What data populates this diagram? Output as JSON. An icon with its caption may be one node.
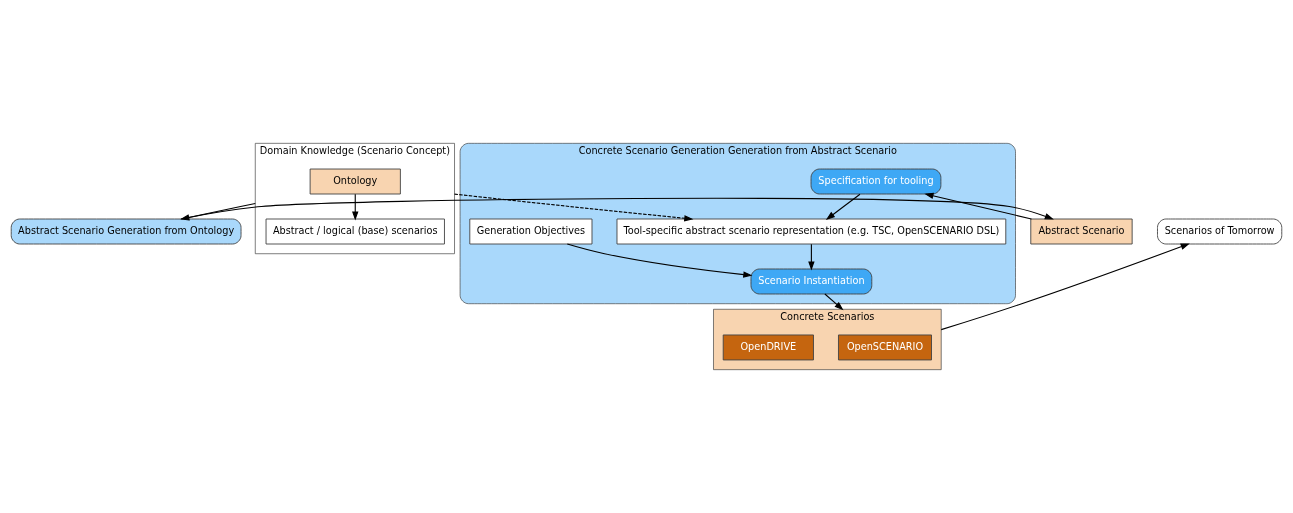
{
  "diagram": {
    "nodes": [
      {
        "text": [
          "Abstract Scenario Generation from Ontology"
        ]
      },
      {
        "text": [
          "Abstract Scenario"
        ]
      },
      {
        "text": [
          "Scenarios of Tomorrow"
        ]
      },
      {
        "text": [
          "Domain Knowledge (Scenario Concept)"
        ]
      },
      {
        "text": [
          "Ontology"
        ],
        "in": 3
      },
      {
        "text": [
          "Abstract / logical (base) scenarios"
        ],
        "in": 3
      },
      {
        "text": [
          "Concrete Scenario Generation Generation from Abstract Scenario"
        ]
      },
      {
        "text": [
          "Specification for tooling"
        ],
        "in": 6
      },
      {
        "text": [
          "Generation Objectives"
        ],
        "in": 6
      },
      {
        "text": [
          "Tool-specific abstract scenario representation (e.g. TSC, OpenSCENARIO DSL)"
        ],
        "in": 6
      },
      {
        "text": [
          "Scenario Instantiation"
        ],
        "in": 6
      },
      {
        "text": [
          "Concrete Scenarios"
        ]
      },
      {
        "text": [
          "OpenSCENARIO"
        ],
        "in": 11
      },
      {
        "text": [
          "OpenDRIVE"
        ],
        "in": 11
      }
    ],
    "edges": [
      {
        "from": 3,
        "to": 0,
        "arrow": "to"
      },
      {
        "from": 0,
        "to": 1,
        "arrow": "to"
      },
      {
        "from": 1,
        "to": 7,
        "arrow": "to"
      },
      {
        "from": 7,
        "to": 9,
        "arrow": "to"
      },
      {
        "from": 8,
        "to": 10,
        "arrow": "to"
      },
      {
        "from": 9,
        "to": 10,
        "arrow": "to"
      },
      {
        "from": 4,
        "to": 5,
        "arrow": "to"
      },
      {
        "from": 3,
        "to": 9,
        "arrow": "to",
        "style": "dashed"
      },
      {
        "from": 10,
        "to": 11,
        "arrow": "to"
      },
      {
        "from": 11,
        "to": 2,
        "arrow": "to"
      }
    ]
  }
}
